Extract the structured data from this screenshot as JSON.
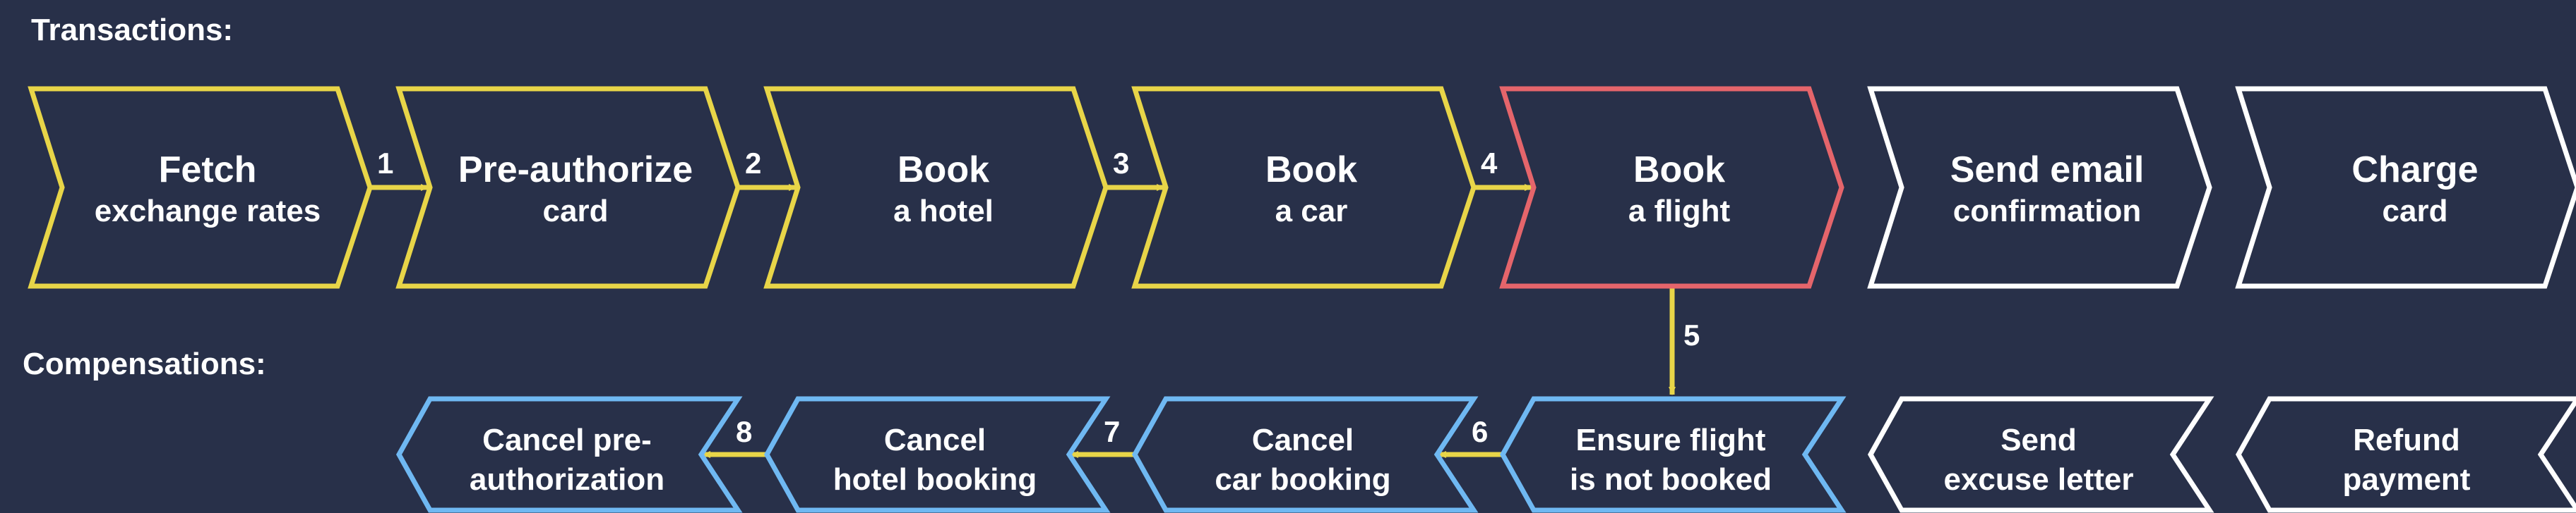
{
  "sections": {
    "transactions": "Transactions:",
    "compensations": "Compensations:"
  },
  "colors": {
    "background": "#283049",
    "completed": "#E8D548",
    "failed": "#E5656B",
    "pending": "#FFFFFF",
    "compensation": "#6FB8F2",
    "text": "#FFFFFF"
  },
  "transactions": [
    {
      "line1": "Fetch",
      "line2": "exchange rates",
      "status": "completed"
    },
    {
      "line1": "Pre-authorize",
      "line2": "card",
      "status": "completed"
    },
    {
      "line1": "Book",
      "line2": "a hotel",
      "status": "completed"
    },
    {
      "line1": "Book",
      "line2": "a car",
      "status": "completed"
    },
    {
      "line1": "Book",
      "line2": "a flight",
      "status": "failed"
    },
    {
      "line1": "Send email",
      "line2": "confirmation",
      "status": "pending"
    },
    {
      "line1": "Charge",
      "line2": "card",
      "status": "pending"
    }
  ],
  "compensations": [
    {
      "line1": "Cancel pre-",
      "line2": "authorization",
      "status": "compensation"
    },
    {
      "line1": "Cancel",
      "line2": "hotel booking",
      "status": "compensation"
    },
    {
      "line1": "Cancel",
      "line2": "car booking",
      "status": "compensation"
    },
    {
      "line1": "Ensure flight",
      "line2": "is not booked",
      "status": "compensation"
    },
    {
      "line1": "Send",
      "line2": "excuse letter",
      "status": "pending"
    },
    {
      "line1": "Refund",
      "line2": "payment",
      "status": "pending"
    }
  ],
  "steps": [
    "1",
    "2",
    "3",
    "4",
    "5",
    "6",
    "7",
    "8"
  ]
}
